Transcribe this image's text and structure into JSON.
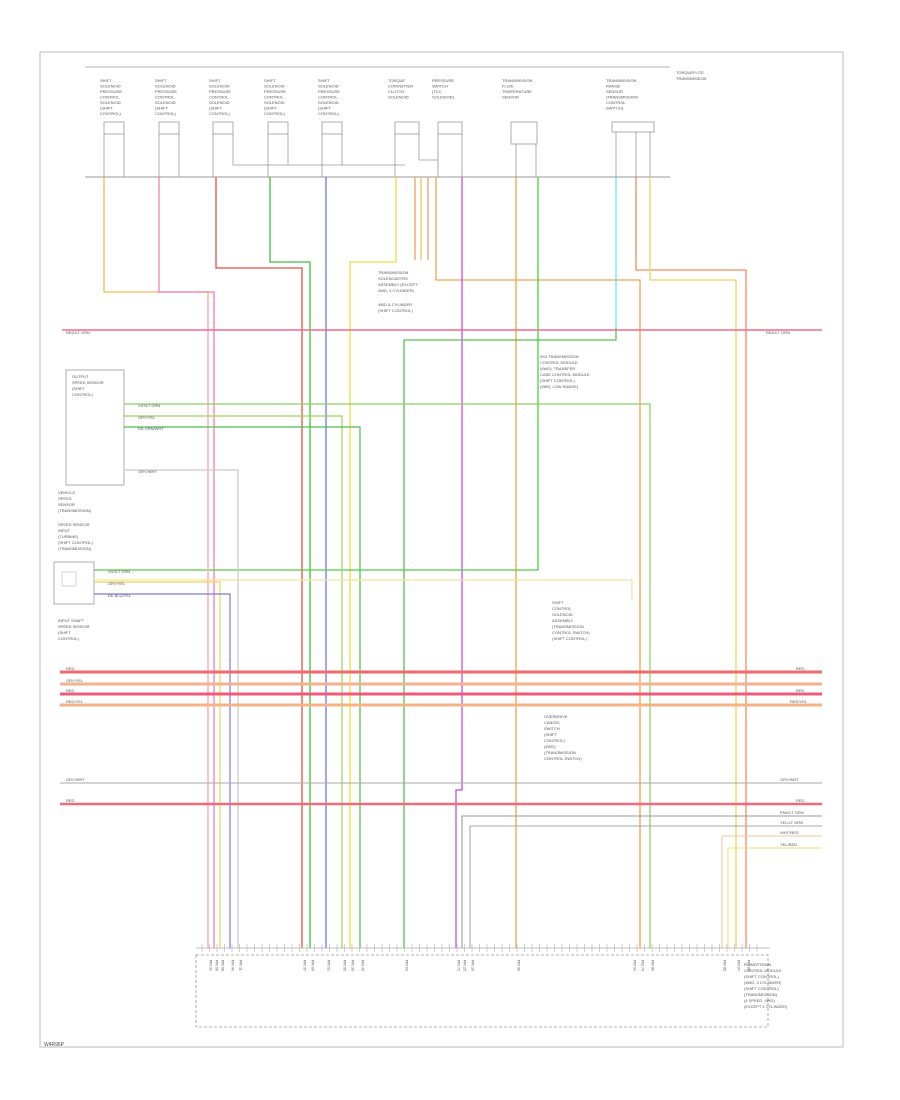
{
  "diagram": {
    "corner_note": [
      "TORQUEFLITE",
      "TRANSMISSION"
    ],
    "footer_code": "W4R96P",
    "top_components": [
      {
        "lines": [
          "SHIFT",
          "SOLENOID",
          "PRESSURE",
          "CONTROL",
          "SOLENOID",
          "(SHIFT",
          "CONTROL)"
        ]
      },
      {
        "lines": [
          "SHIFT",
          "SOLENOID",
          "PRESSURE",
          "CONTROL",
          "SOLENOID",
          "(SHIFT",
          "CONTROL)"
        ]
      },
      {
        "lines": [
          "SHIFT",
          "SOLENOID",
          "PRESSURE",
          "CONTROL",
          "SOLENOID",
          "(SHIFT",
          "CONTROL)"
        ]
      },
      {
        "lines": [
          "SHIFT",
          "SOLENOID",
          "PRESSURE",
          "CONTROL",
          "SOLENOID",
          "(SHIFT",
          "CONTROL)"
        ]
      },
      {
        "lines": [
          "SHIFT",
          "SOLENOID",
          "PRESSURE",
          "CONTROL",
          "SOLENOID",
          "(SHIFT",
          "CONTROL)"
        ]
      },
      {
        "lines": [
          "TORQUE",
          "CONVERTER",
          "CLUTCH",
          "SOLENOID"
        ]
      },
      {
        "lines": [
          "PRESSURE",
          "SWITCH",
          "(TCC",
          "SOLENOID)"
        ]
      },
      {
        "lines": [
          "TRANSMISSION",
          "FLUID",
          "TEMPERATURE",
          "SENSOR"
        ]
      },
      {
        "lines": [
          "TRANSMISSION",
          "RANGE",
          "SENSOR",
          "(TRANSMISSION",
          "CONTROL",
          "SWITCH)"
        ]
      }
    ],
    "callouts": {
      "center": [
        "TRANSMISSION",
        "SOLENOID/TRS",
        "ASSEMBLY (EXCEPT",
        "4WD, 4 CYLINDER)",
        "4WD & CYLINDER",
        "(SHIFT CONTROL)"
      ],
      "right_top": [
        "4X4 TRANSMISSION",
        "CONTROL MODULE",
        "(4WD), TRANSFER",
        "CASE CONTROL MODULE",
        "(SHIFT CONTROL)",
        "(4WD, LOW RANGE)"
      ],
      "right_mid": [
        "SHIFT",
        "CONTROL",
        "SOLENOID",
        "ASSEMBLY",
        "(TRANSMISSION",
        "CONTROL SWITCH)",
        "(SHIFT CONTROL)"
      ],
      "right_low": [
        "OVERDRIVE",
        "CANCEL",
        "SWITCH",
        "(SHIFT",
        "CONTROL)",
        "(4WD)",
        "(TRANSMISSION",
        "CONTROL SWITCH)"
      ]
    },
    "left_components": {
      "speed_sensor_1": [
        "OUTPUT",
        "SPEED SENSOR",
        "(SHIFT",
        "CONTROL)"
      ],
      "speed_sensor_1_caption": [
        "VEHICLE",
        "SPEED",
        "SENSOR",
        "(TRANSMISSION)"
      ],
      "speed_sensor_2_heading": [
        "SPEED SENSOR",
        "INPUT",
        "(TURBINE)",
        "(SHIFT CONTROL)",
        "(TRANSMISSION)"
      ],
      "speed_sensor_2_caption": [
        "INPUT SHAFT",
        "SPEED SENSOR",
        "(SHIFT",
        "CONTROL)"
      ]
    },
    "wire_labels": {
      "bus_top": "RED/LT GRN",
      "s1": [
        "VIO/LT GRN",
        "GRY/YEL",
        "DK GRN/WHT",
        "GRY/WHT"
      ],
      "s2": [
        "VIO/LT GRN",
        "GRY/YEL",
        "DK BLU/YEL"
      ],
      "bus_group1": [
        "RED",
        "GRY/YEL",
        "RED",
        "RED/YEL"
      ],
      "bus_group2": [
        "GRY/WHT",
        "RED"
      ],
      "bus_group3": [
        "PNK/LT GRN",
        "YEL/LT GRN",
        "WHT/RED",
        "YEL/RED"
      ]
    },
    "module": {
      "lines": [
        "POWERTRAIN",
        "CONTROL MODULE",
        "(SHIFT CONTROL)",
        "(4WD, 4 CYLINDER)",
        "(SHIFT CONTROL)",
        "(TRANSMISSION)",
        "(4 SPEED, 4WD)",
        "(EXCEPT 4 CYLINDER)"
      ]
    },
    "pin_labels": [
      "PIN 31",
      "PIN 50",
      "PIN 68",
      "PIN 40",
      "PIN 11",
      "PIN 37",
      "PIN 69",
      "PIN 52",
      "PIN 55",
      "PIN 33",
      "PIN 45",
      "PIN 64",
      "PIN 71",
      "PIN 25",
      "PIN 16",
      "PIN 90",
      "PIN 94",
      "PIN 79",
      "PIN 80",
      "PIN 85",
      "PIN 87",
      "PIN 89"
    ]
  }
}
